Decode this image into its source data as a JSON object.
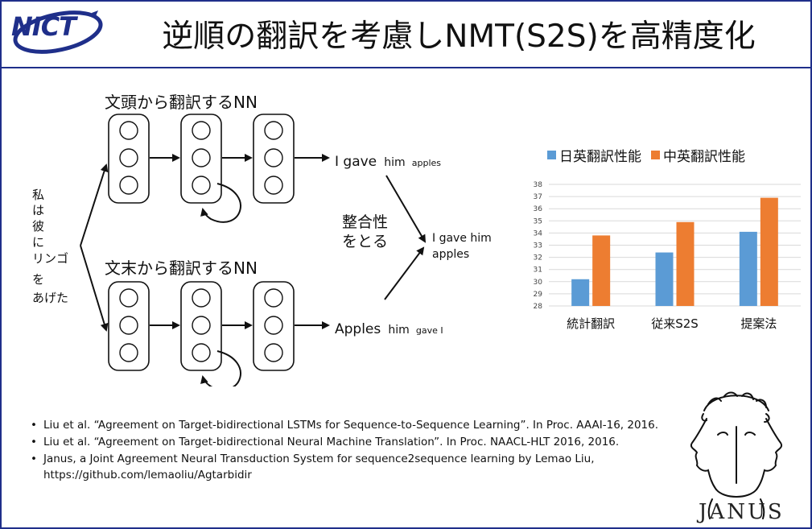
{
  "logo": {
    "text": "NICT"
  },
  "title": "逆順の翻訳を考慮しNMT(S2S)を高精度化",
  "diagram": {
    "top_label": "文頭から翻訳するNN",
    "bottom_label": "文末から翻訳するNN",
    "source_chars": [
      "私",
      "は",
      "彼",
      "に",
      "リンゴ",
      "を",
      "あげた"
    ],
    "top_output_main": "I gave",
    "top_output_small": "him",
    "top_output_tail": "apples",
    "bottom_output_main": "Apples",
    "bottom_output_small": "him",
    "bottom_output_tail": "gave I",
    "agreement_line1": "整合性",
    "agreement_line2": "をとる",
    "final_line1": "I gave him",
    "final_line2": "apples"
  },
  "chart": {
    "legend": [
      {
        "name": "日英翻訳性能",
        "color": "#5b9bd5"
      },
      {
        "name": "中英翻訳性能",
        "color": "#ed7d31"
      }
    ]
  },
  "chart_data": {
    "type": "bar",
    "categories": [
      "統計翻訳",
      "従来S2S",
      "提案法"
    ],
    "series": [
      {
        "name": "日英翻訳性能",
        "values": [
          30.2,
          32.4,
          34.1
        ]
      },
      {
        "name": "中英翻訳性能",
        "values": [
          33.8,
          34.9,
          36.9
        ]
      }
    ],
    "ylim": [
      28,
      38
    ],
    "yticks": [
      28,
      29,
      30,
      31,
      32,
      33,
      34,
      35,
      36,
      37,
      38
    ],
    "grid": true,
    "legend_position": "top",
    "colors": [
      "#5b9bd5",
      "#ed7d31"
    ]
  },
  "references": [
    "Liu et al. “Agreement on Target-bidirectional LSTMs for Sequence-to-Sequence Learning”. In Proc. AAAI-16, 2016.",
    "Liu et al. “Agreement on Target-bidirectional Neural Machine Translation”.   In Proc. NAACL-HLT 2016, 2016.",
    "Janus, a Joint Agreement Neural Transduction System for sequence2sequence learning by Lemao Liu, https://github.com/lemaoliu/Agtarbidir"
  ],
  "janus": {
    "label": "JANUS",
    "icon": "janus-head-icon"
  },
  "colors": {
    "brand": "#1f2f8a"
  }
}
